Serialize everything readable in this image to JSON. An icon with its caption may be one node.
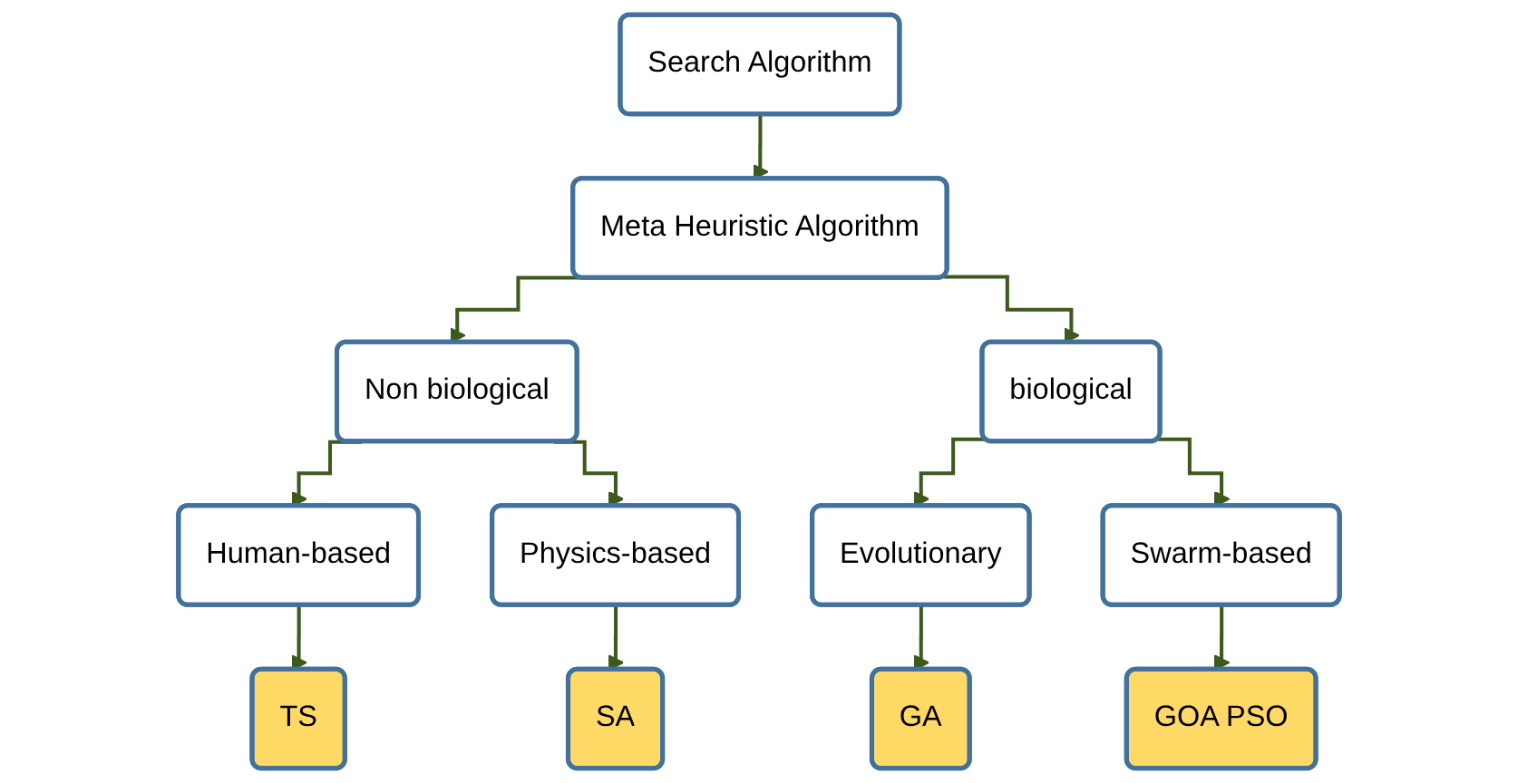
{
  "diagram": {
    "nodes": [
      {
        "text": [
          "Search Algorithm"
        ]
      },
      {
        "text": [
          "Meta Heuristic Algorithm"
        ]
      },
      {
        "text": [
          "Non biological"
        ]
      },
      {
        "text": [
          "biological"
        ]
      },
      {
        "text": [
          "Human-based"
        ]
      },
      {
        "text": [
          "Physics-based"
        ]
      },
      {
        "text": [
          "Evolutionary"
        ]
      },
      {
        "text": [
          "Swarm-based"
        ]
      },
      {
        "text": [
          "TS"
        ]
      },
      {
        "text": [
          "SA"
        ]
      },
      {
        "text": [
          "GA"
        ]
      },
      {
        "text": [
          "GOA PSO"
        ]
      }
    ],
    "edges": [
      {
        "from": 0,
        "to": 1,
        "arrow": "to"
      },
      {
        "from": 1,
        "to": 2,
        "arrow": "to"
      },
      {
        "from": 1,
        "to": 3,
        "arrow": "to"
      },
      {
        "from": 2,
        "to": 4,
        "arrow": "to"
      },
      {
        "from": 2,
        "to": 5,
        "arrow": "to"
      },
      {
        "from": 3,
        "to": 6,
        "arrow": "to"
      },
      {
        "from": 3,
        "to": 7,
        "arrow": "to"
      },
      {
        "from": 4,
        "to": 8,
        "arrow": "to"
      },
      {
        "from": 5,
        "to": 9,
        "arrow": "to"
      },
      {
        "from": 6,
        "to": 10,
        "arrow": "to"
      },
      {
        "from": 7,
        "to": 11,
        "arrow": "to"
      }
    ]
  }
}
